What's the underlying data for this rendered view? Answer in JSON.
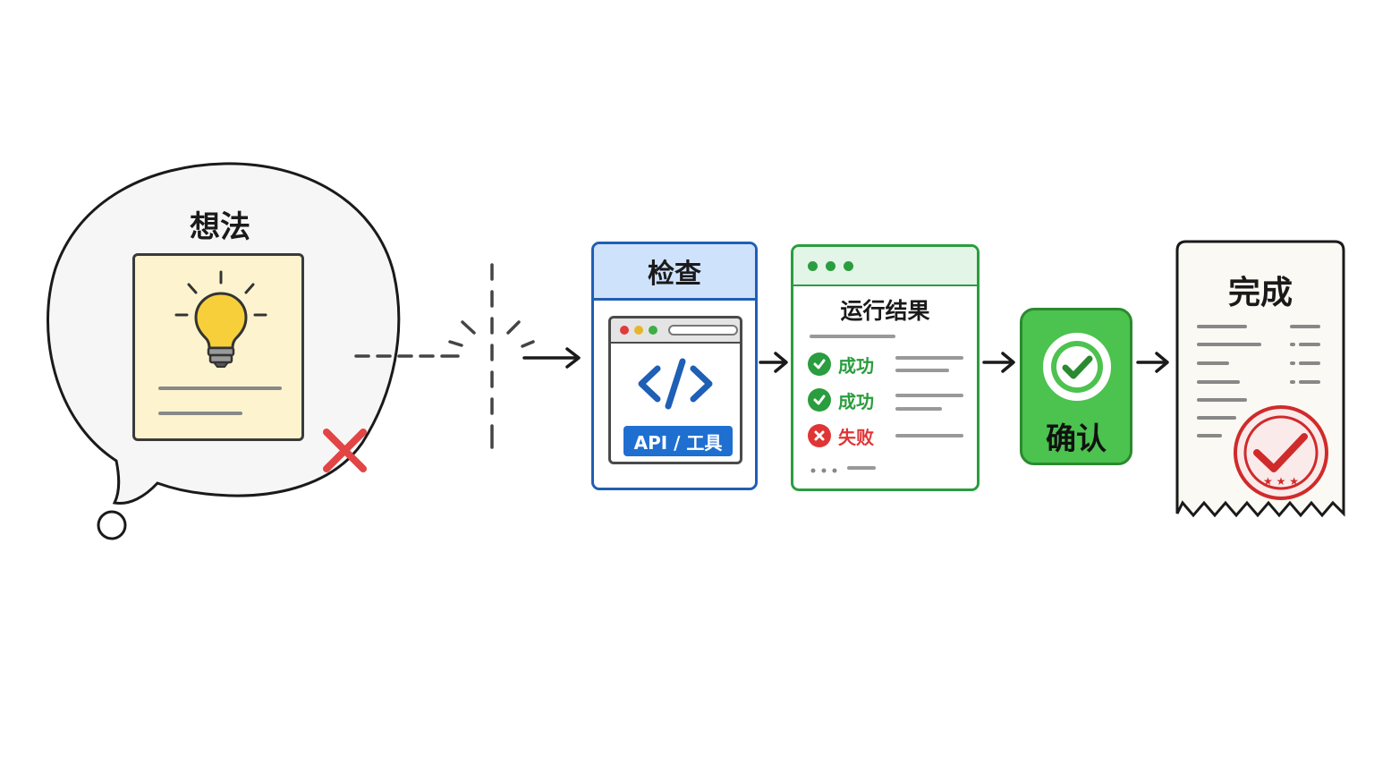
{
  "idea": {
    "title": "想法",
    "icons": [
      "lightbulb-icon",
      "close-icon"
    ]
  },
  "inspect": {
    "title": "检查",
    "badge": "API / 工具",
    "icons": [
      "code-icon"
    ]
  },
  "results": {
    "title": "运行结果",
    "rows": [
      {
        "label": "成功",
        "status": "success"
      },
      {
        "label": "成功",
        "status": "success"
      },
      {
        "label": "失败",
        "status": "failure"
      }
    ]
  },
  "confirm": {
    "label": "确认",
    "icons": [
      "check-circle-icon"
    ]
  },
  "done": {
    "title": "完成",
    "icons": [
      "stamp-check-icon"
    ]
  },
  "colors": {
    "blue": "#1f5fb5",
    "blue_light": "#cfe2fb",
    "green": "#2a9d3f",
    "green_fill": "#4cc24f",
    "red": "#d9342b",
    "yellow": "#fdf4cf",
    "bulb": "#f7cf3b"
  }
}
